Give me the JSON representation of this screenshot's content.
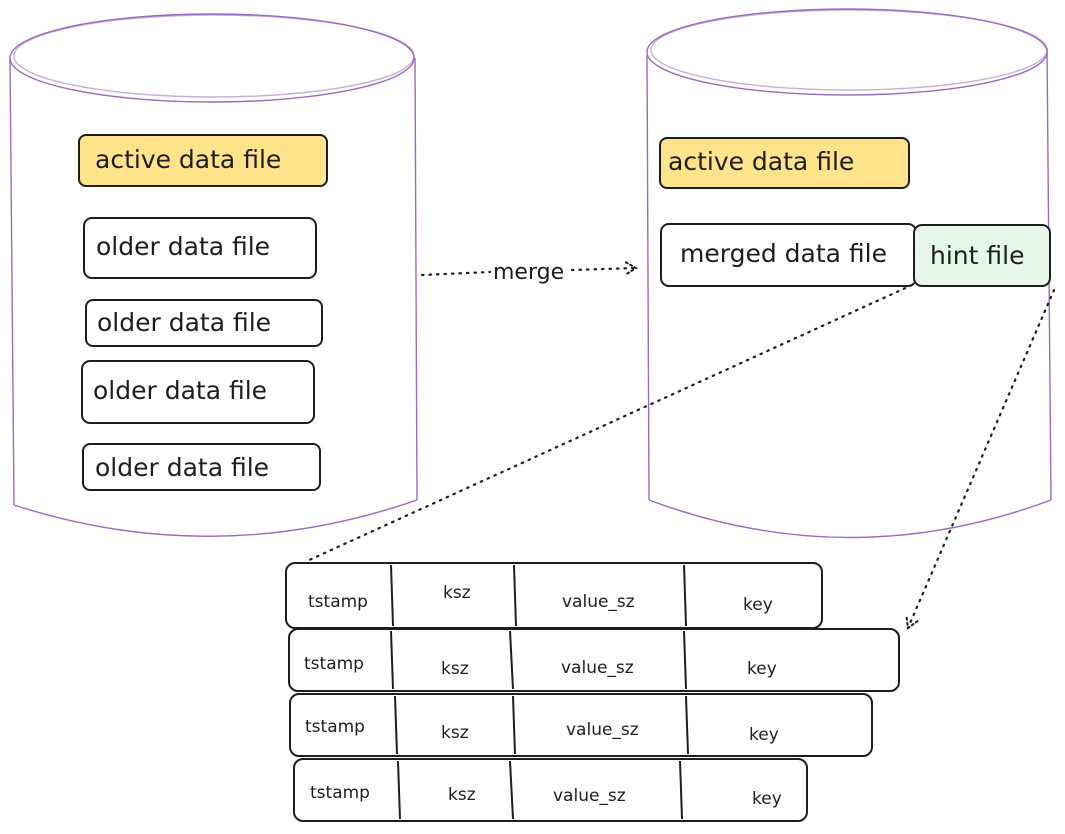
{
  "left_store": {
    "active_file": "active data file",
    "older_files": [
      "older data file",
      "older data file",
      "older data file",
      "older data file"
    ]
  },
  "merge_label": "merge",
  "right_store": {
    "active_file": "active data file",
    "merged_file": "merged data file",
    "hint_file": "hint file"
  },
  "hint_entries": {
    "rows": [
      [
        "tstamp",
        "ksz",
        "value_sz",
        "key"
      ],
      [
        "tstamp",
        "ksz",
        "value_sz",
        "key"
      ],
      [
        "tstamp",
        "ksz",
        "value_sz",
        "key"
      ],
      [
        "tstamp",
        "ksz",
        "value_sz",
        "key"
      ]
    ]
  },
  "colors": {
    "cylinder_stroke": "#9c6ac0",
    "active_fill": "#ffe38a",
    "hint_fill": "#e6f6e8",
    "ink": "#1e1e1e"
  }
}
